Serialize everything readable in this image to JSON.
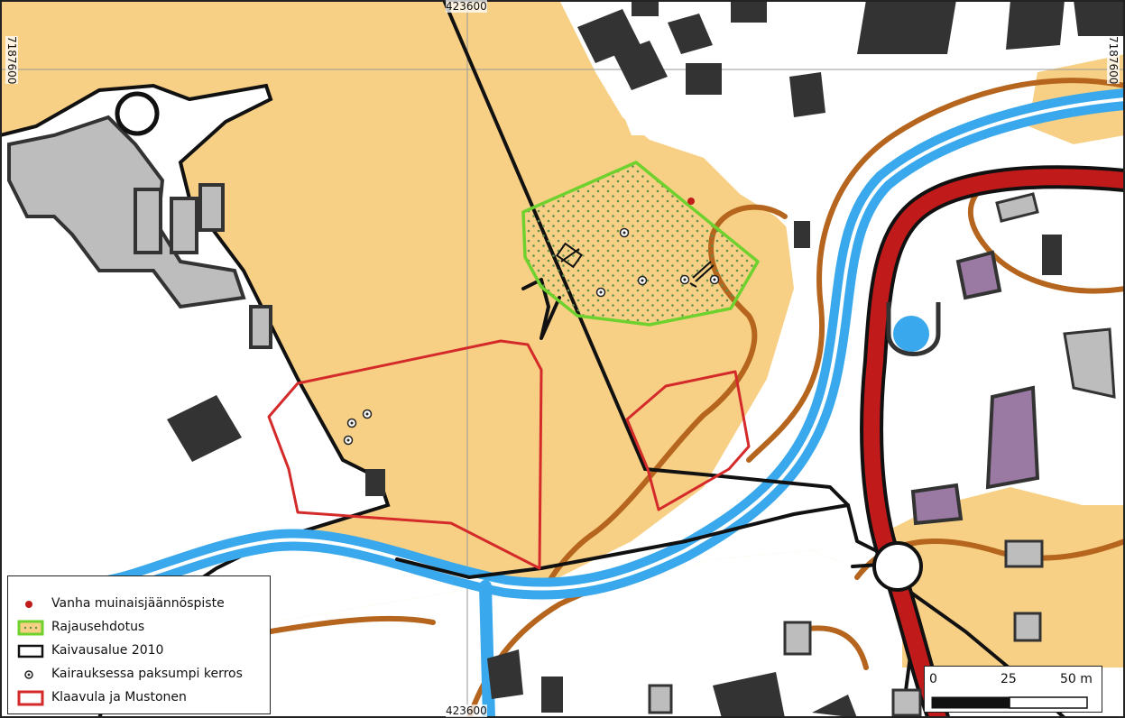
{
  "map": {
    "grid": {
      "easting_label": "423600",
      "northing_label": "7187600"
    },
    "legend": {
      "items": [
        {
          "label": "Vanha muinaisjäännöspiste",
          "symbol": "red-dot-icon"
        },
        {
          "label": "Rajausehdotus",
          "symbol": "green-dotted-polygon-icon"
        },
        {
          "label": "Kaivausalue 2010",
          "symbol": "black-outline-rectangle-icon"
        },
        {
          "label": "Kairauksessa paksumpi kerros",
          "symbol": "circled-dot-icon"
        },
        {
          "label": "Klaavula ja Mustonen",
          "symbol": "red-outline-rectangle-icon"
        }
      ]
    },
    "scale": {
      "labels": [
        "0",
        "25",
        "50 m"
      ]
    },
    "colors": {
      "field": "#f7d085",
      "building_dark": "#333333",
      "building_gray": "#bdbdbd",
      "building_purple": "#9a7aa3",
      "water": "#3aa8ec",
      "road": "#c01a1a",
      "contour": "#b5651d",
      "proposal": "#6fd12e",
      "survey_area": "#d42a2a"
    }
  }
}
